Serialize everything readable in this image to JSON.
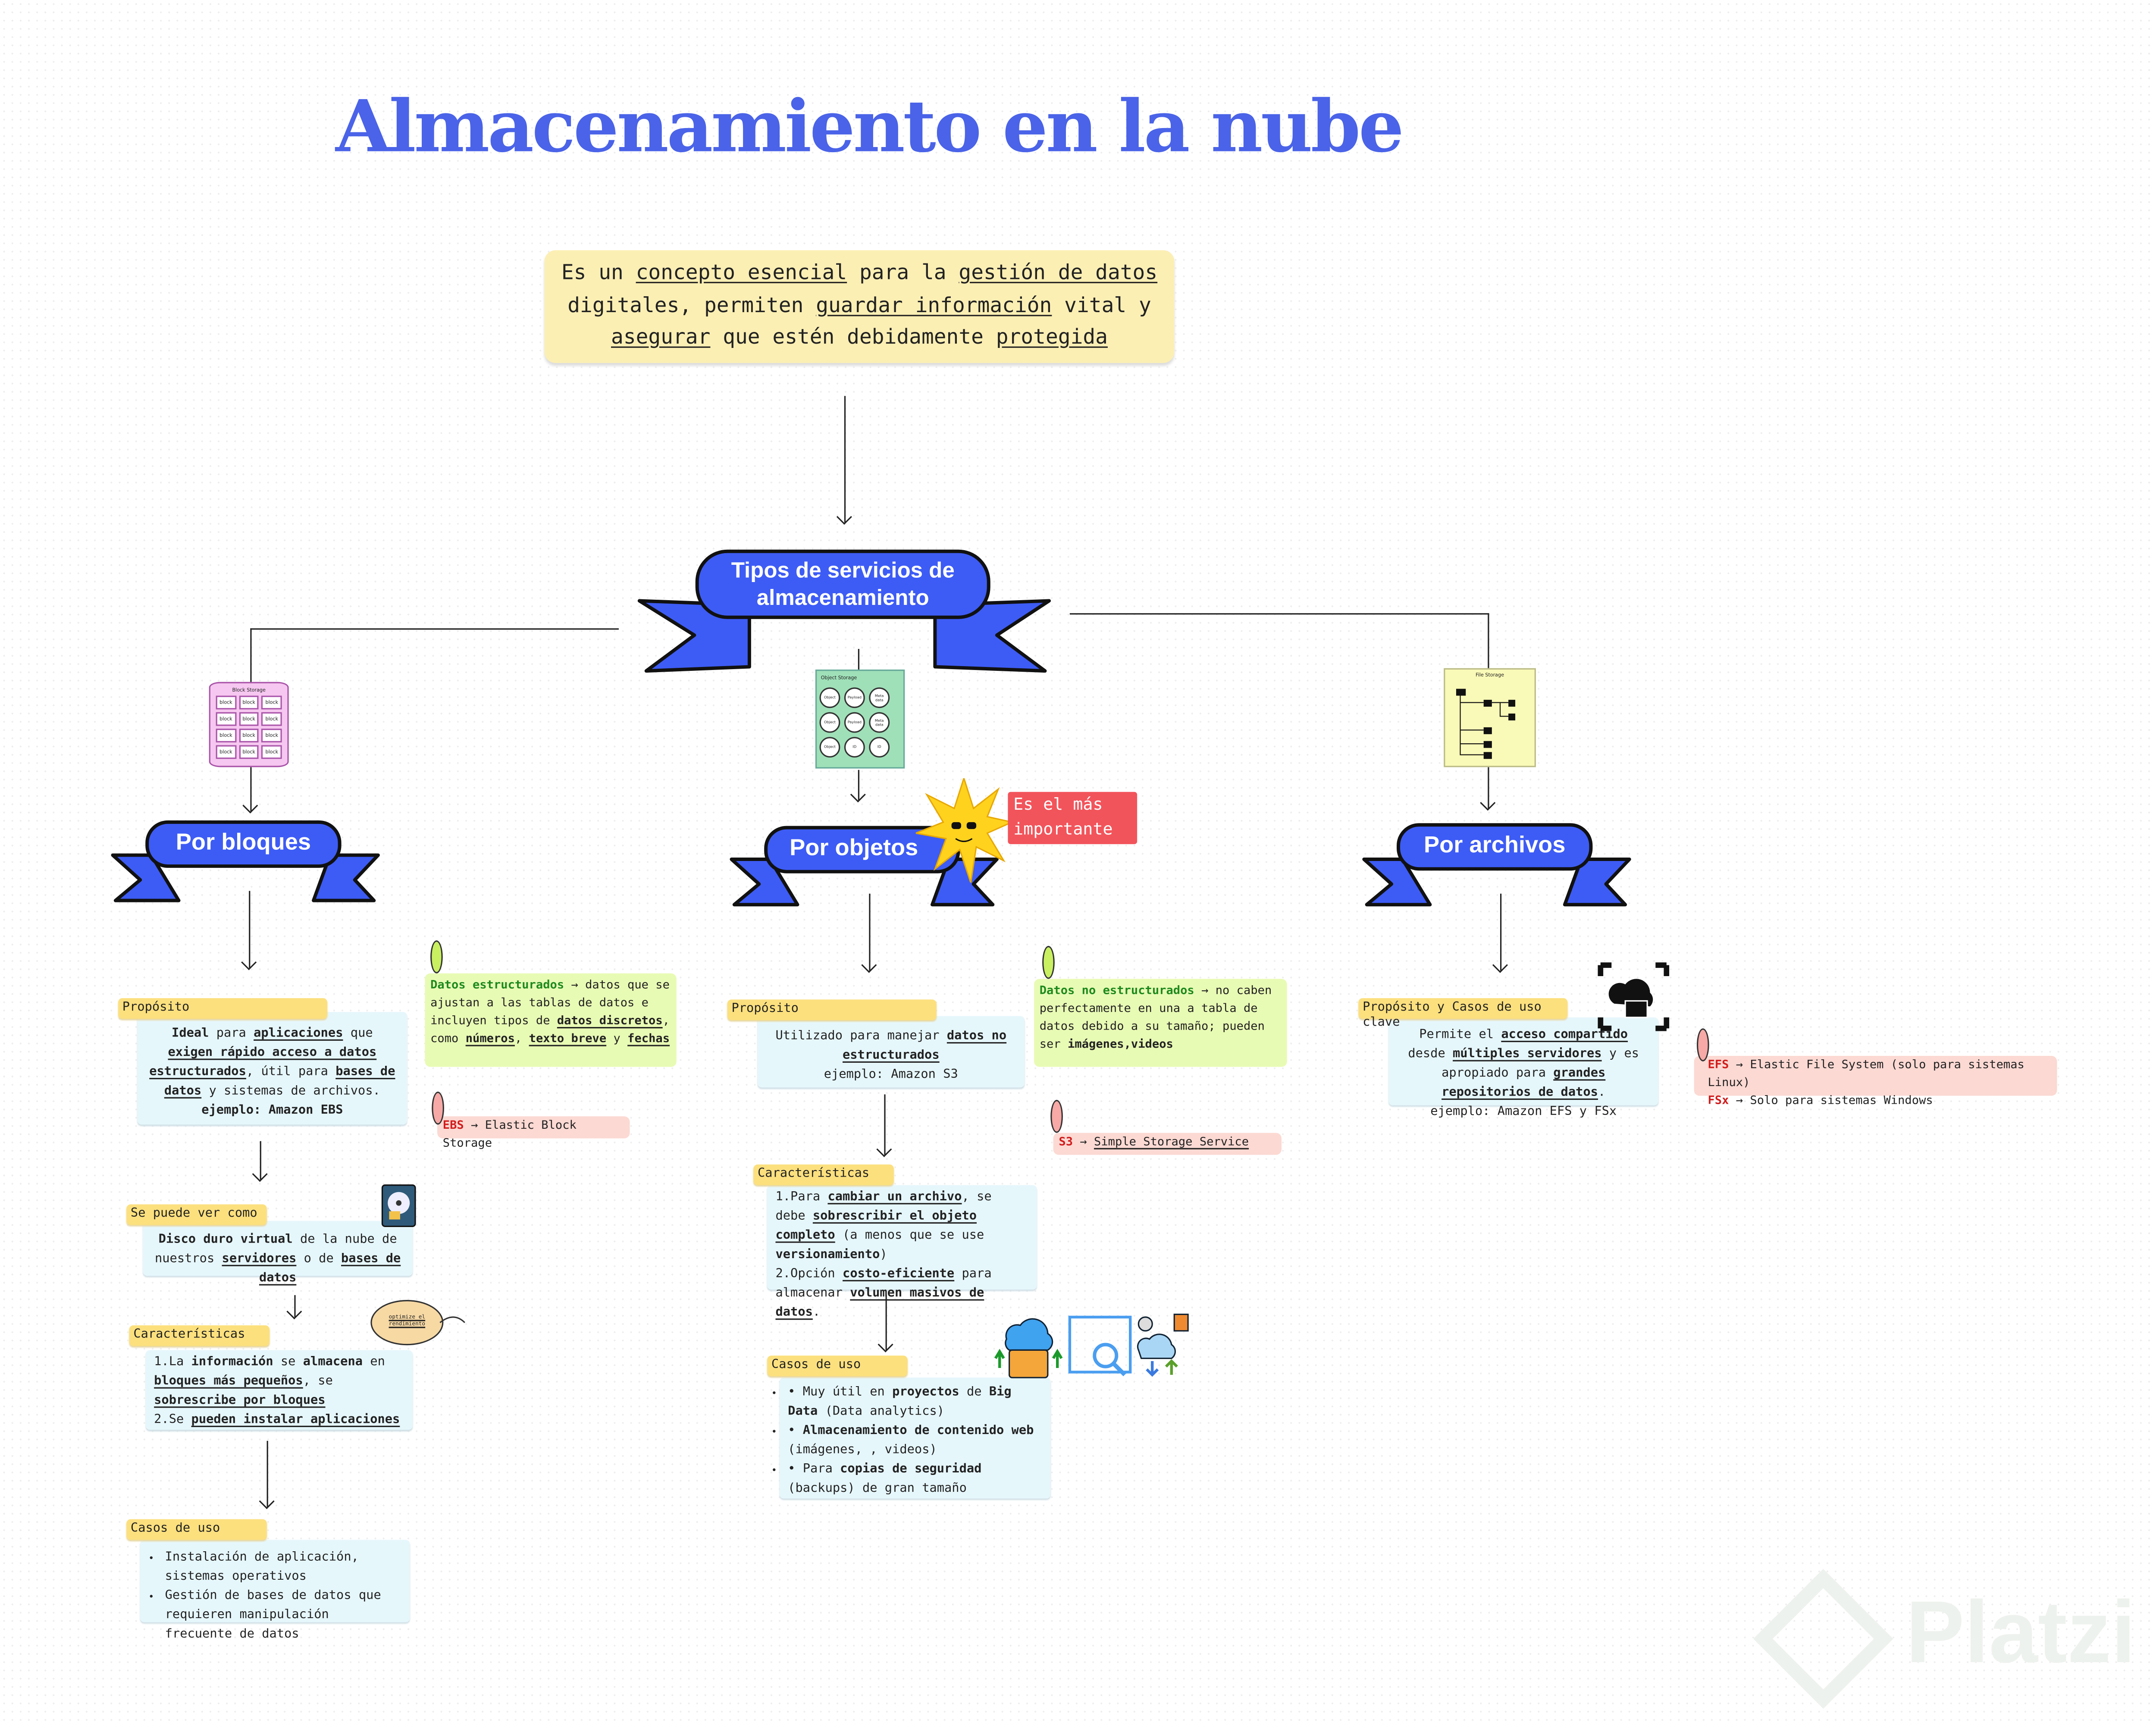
{
  "title": "Almacenamiento en la nube",
  "intro": [
    [
      "Es un ",
      ""
    ],
    [
      "concepto esencial",
      "u"
    ],
    [
      " para la ",
      ""
    ],
    [
      "gestión de datos",
      "u"
    ],
    [
      " digitales, permiten ",
      ""
    ],
    [
      "guardar información",
      "u"
    ],
    [
      " vital y ",
      ""
    ],
    [
      "asegurar",
      "u"
    ],
    [
      " que estén debidamente ",
      ""
    ],
    [
      "protegida",
      "u"
    ]
  ],
  "center_ribbon": {
    "line1": "Tipos de servicios de",
    "line2": "almacenamiento"
  },
  "colors": {
    "title": "#4a63e8",
    "ribbon": "#3d5cf5",
    "tag": "#fce07e",
    "card": "#e6f7fc",
    "note_green": "#e8fbb4",
    "note_pink": "#fcd9d3",
    "badge": "#f2545b"
  },
  "blocks": {
    "thumb_label": "Block Storage",
    "thumb_cell": "block",
    "ribbon": "Por bloques",
    "purpose_tag": "Propósito",
    "purpose": [
      [
        "Ideal",
        "b"
      ],
      [
        " para ",
        ""
      ],
      [
        "aplicaciones",
        "bu"
      ],
      [
        " que ",
        ""
      ],
      [
        "exigen rápido acceso a datos estructurados",
        "bu"
      ],
      [
        ", útil para ",
        ""
      ],
      [
        "bases de datos",
        "bu"
      ],
      [
        " y sistemas de archivos.",
        ""
      ]
    ],
    "purpose_example": "ejemplo: Amazon EBS",
    "seen_tag": "Se puede ver como",
    "seen": [
      [
        "Disco duro virtual",
        "b"
      ],
      [
        " de la nube de nuestros ",
        ""
      ],
      [
        "servidores",
        "bu"
      ],
      [
        " o de ",
        ""
      ],
      [
        "bases de datos",
        "bu"
      ]
    ],
    "features_tag": "Características",
    "features": [
      [
        [
          "1.La ",
          ""
        ],
        [
          "información",
          "b"
        ],
        [
          " se ",
          ""
        ],
        [
          "almacena",
          "b"
        ],
        [
          " en ",
          ""
        ],
        [
          "bloques más pequeños",
          "bu"
        ],
        [
          ", se ",
          ""
        ],
        [
          "sobrescribe por bloques",
          "bu"
        ]
      ],
      [
        [
          "2.Se ",
          ""
        ],
        [
          "pueden instalar aplicaciones",
          "bu"
        ]
      ]
    ],
    "bread_label": "optimize el rendimiento",
    "uses_tag": "Casos de uso",
    "uses": [
      "Instalación de aplicación, sistemas operativos",
      "Gestión de bases de datos que requieren manipulación frecuente de datos"
    ],
    "note_structured": [
      [
        "Datos estructurados",
        "gr"
      ],
      [
        " → datos que se ajustan a las tablas de datos e incluyen tipos de ",
        ""
      ],
      [
        "datos discretos",
        "bu"
      ],
      [
        ", como ",
        ""
      ],
      [
        "números",
        "bu"
      ],
      [
        ", ",
        ""
      ],
      [
        "texto breve",
        "bu"
      ],
      [
        " y ",
        ""
      ],
      [
        "fechas",
        "bu"
      ]
    ],
    "note_ebs": [
      [
        "EBS",
        "rd"
      ],
      [
        " → Elastic Block Storage",
        ""
      ]
    ]
  },
  "objects": {
    "thumb_label": "Object Storage",
    "thumb_nodes": [
      "Object",
      "Payload",
      "Meta data",
      "Object",
      "Payload",
      "Meta data",
      "Object",
      "ID",
      "ID"
    ],
    "ribbon": "Por objetos",
    "badge": "Es el más importante",
    "purpose_tag": "Propósito",
    "purpose": [
      [
        "Utilizado para manejar ",
        ""
      ],
      [
        "datos no estructurados",
        "bu"
      ]
    ],
    "purpose_example": "ejemplo: Amazon S3",
    "features_tag": "Características",
    "features": [
      [
        [
          "1.Para ",
          ""
        ],
        [
          "cambiar un archivo",
          "bu"
        ],
        [
          ", se debe ",
          ""
        ],
        [
          "sobrescribir el objeto completo",
          "bu"
        ],
        [
          " (a menos que se use ",
          ""
        ],
        [
          "versionamiento",
          "b"
        ],
        [
          ")",
          ""
        ]
      ],
      [
        [
          "2.Opción ",
          ""
        ],
        [
          "costo-eficiente",
          "bu"
        ],
        [
          " para almacenar ",
          ""
        ],
        [
          "volumen masivos de datos",
          "bu"
        ],
        [
          ".",
          ""
        ]
      ]
    ],
    "uses_tag": "Casos de uso",
    "uses": [
      [
        [
          "Muy útil en ",
          ""
        ],
        [
          "proyectos",
          "b"
        ],
        [
          " de ",
          ""
        ],
        [
          "Big Data",
          "b"
        ],
        [
          " (Data analytics)",
          ""
        ]
      ],
      [
        [
          "Almacenamiento de contenido web",
          "b"
        ],
        [
          " (imágenes, , videos)",
          ""
        ]
      ],
      [
        [
          "Para ",
          ""
        ],
        [
          "copias de seguridad",
          "b"
        ],
        [
          " (backups) de gran tamaño",
          ""
        ]
      ]
    ],
    "note_unstructured": [
      [
        "Datos no estructurados",
        "gr"
      ],
      [
        " → no caben perfectamente en una a tabla de datos debido a su tamaño; pueden ser ",
        ""
      ],
      [
        "imágenes,videos",
        "b"
      ]
    ],
    "note_s3": [
      [
        "S3",
        "rd"
      ],
      [
        " → ",
        ""
      ],
      [
        "Simple Storage Service",
        "u"
      ]
    ]
  },
  "files": {
    "thumb_label": "File Storage",
    "ribbon": "Por archivos",
    "purpose_tag": "Propósito y Casos de uso clave",
    "purpose": [
      [
        "Permite el ",
        ""
      ],
      [
        "acceso compartido",
        "bu"
      ],
      [
        " desde ",
        ""
      ],
      [
        "múltiples servidores",
        "bu"
      ],
      [
        " y es apropiado para ",
        ""
      ],
      [
        "grandes repositorios de datos",
        "bu"
      ],
      [
        ".",
        ""
      ]
    ],
    "purpose_example": "ejemplo: Amazon EFS y FSx",
    "note": [
      [
        "EFS",
        "rd"
      ],
      [
        " → Elastic File System (solo para sistemas Linux)",
        ""
      ]
    ],
    "note2": [
      [
        "FSx",
        "rd"
      ],
      [
        " → Solo para sistemas Windows",
        ""
      ]
    ]
  },
  "watermark": "Platzi"
}
